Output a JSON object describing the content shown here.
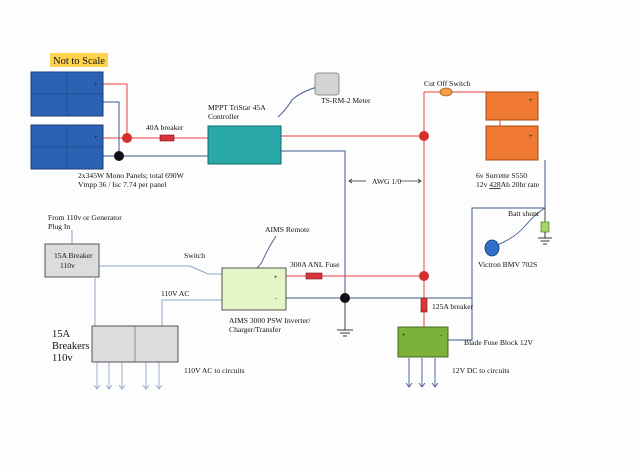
{
  "colors": {
    "positive_wire": "#e8413d",
    "negative_wire": "#3d5a8c",
    "ac_wire": "#8fa6c9",
    "ground_wire": "#333333",
    "solar_panel": "#2b62b3",
    "controller": "#2aa7a7",
    "battery": "#f07a32",
    "inverter": "#e4f5c8",
    "fuse_block": "#7ab23a",
    "breaker_box": "#dcdcdc",
    "fuse": "#d9343a",
    "junction_positive": "#d42e2e",
    "junction_negative": "#111111",
    "highlight": "#ffd34d"
  },
  "labels": {
    "not_to_scale": "Not to Scale",
    "breaker_40a": "40A breaker",
    "mppt_line1": "MPPT TriStar 45A",
    "mppt_line2": "Controller",
    "meter": "TS-RM-2 Meter",
    "cut_off_switch": "Cut Off Switch",
    "panels_line1": "2x345W Mono Panels; total 690W",
    "panels_line2": "Vmpp 36 / Isc 7.74 per panel",
    "awg": "AWG 1/0",
    "battery_line1": "6v Surrette S550",
    "battery_line2_pre": "12v ",
    "battery_line2_ah": "428",
    "battery_line2_post": "Ah 20hr rate",
    "batt_shunt": "Batt shunt",
    "victron": "Victron BMV 702S",
    "from_110v_line1": "From 110v or Generator",
    "from_110v_line2": "Plug In",
    "breaker_15a_line1": "15A Breaker",
    "breaker_15a_line2": "110v",
    "switch": "Switch",
    "aims_remote": "AIMS Remote",
    "anl_fuse": "300A ANL Fuse",
    "ac_110v": "110V AC",
    "aims_line1": "AIMS 3000 PSW Inverter/",
    "aims_line2": "Charger/Transfer",
    "breaker_125a": "125A breaker",
    "breakers_15a_line1": "15A",
    "breakers_15a_line2": "Breakers",
    "breakers_15a_line3": "110v",
    "fuse_block": "Blade Fuse Block 12V",
    "ac_to_circuits": "110V AC to circuits",
    "dc_to_circuits": "12V DC to circuits",
    "plus": "+",
    "minus": "-"
  }
}
